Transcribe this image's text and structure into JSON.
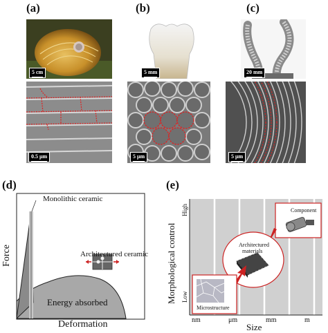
{
  "panels": {
    "a": {
      "label": "(a)",
      "photo_scale": "5 cm",
      "sem_scale": "0.5 μm"
    },
    "b": {
      "label": "(b)",
      "photo_scale": "5 mm",
      "sem_scale": "5 μm"
    },
    "c": {
      "label": "(c)",
      "photo_scale": "20 mm",
      "sem_scale": "5 μm"
    },
    "d": {
      "label": "(d)",
      "ylabel": "Force",
      "xlabel": "Deformation",
      "annotations": {
        "monolithic": "Monolithic ceramic",
        "architectured": "Architectured ceramic",
        "energy": "Energy absorbed"
      }
    },
    "e": {
      "label": "(e)",
      "ylabel": "Morphological  control",
      "xlabel": "Size",
      "y_high": "High",
      "y_low": "Low",
      "x_ticks": [
        "nm",
        "μm",
        "mm",
        "m"
      ],
      "callouts": {
        "component": "Component",
        "architectured_line1": "Architectured",
        "architectured_line2": "materials",
        "microstructure": "Microstructure"
      }
    }
  },
  "colors": {
    "dashed_outline": "#e02020",
    "arrow_red": "#cc2222",
    "chart_bg": "#d0d0d0",
    "energy_fill": "#a8a8a8"
  }
}
